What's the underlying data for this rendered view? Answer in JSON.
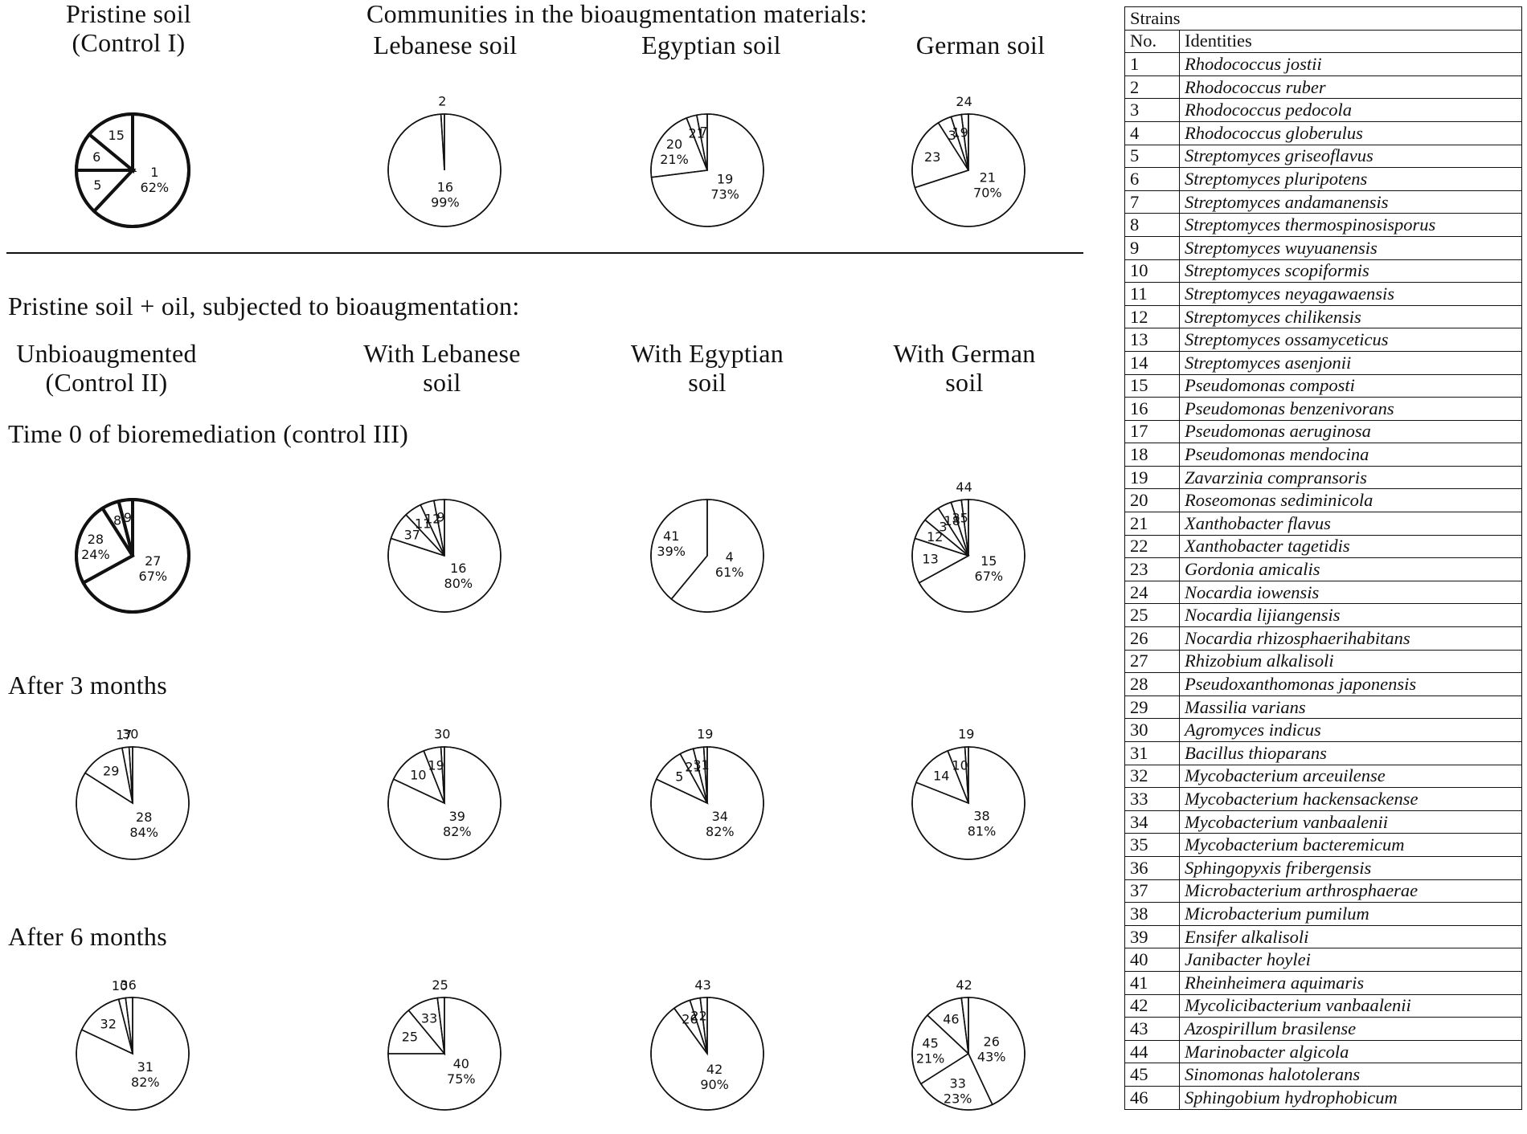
{
  "sections": {
    "materials_heading": "Communities in the bioaugmentation materials:",
    "treatment_heading": "Pristine soil + oil, subjected to bioaugmentation:"
  },
  "columns_top": [
    {
      "line1": "Pristine soil",
      "line2": "(Control I)"
    },
    {
      "line1": "Lebanese soil"
    },
    {
      "line1": "Egyptian soil"
    },
    {
      "line1": "German soil"
    }
  ],
  "columns_bottom": [
    {
      "line1": "Unbioaugmented",
      "line2": "(Control II)"
    },
    {
      "line1": "With Lebanese",
      "line2": "soil"
    },
    {
      "line1": "With Egyptian",
      "line2": "soil"
    },
    {
      "line1": "With German",
      "line2": "soil"
    }
  ],
  "row_labels": {
    "time0": "Time 0 of bioremediation (control III)",
    "m3": "After 3 months",
    "m6": "After 6 months"
  },
  "chart_data": [
    {
      "type": "pie",
      "panel": "Pristine soil (Control I)",
      "thick_outline": true,
      "slices": [
        {
          "label": "1",
          "value": 62,
          "pct": "62%"
        },
        {
          "label": "5",
          "value": 13
        },
        {
          "label": "6",
          "value": 11
        },
        {
          "label": "15",
          "value": 14
        }
      ]
    },
    {
      "type": "pie",
      "panel": "Lebanese soil",
      "slices": [
        {
          "label": "16",
          "value": 99,
          "pct": "99%"
        },
        {
          "label": "2",
          "value": 1
        }
      ]
    },
    {
      "type": "pie",
      "panel": "Egyptian soil",
      "slices": [
        {
          "label": "19",
          "value": 73,
          "pct": "73%"
        },
        {
          "label": "20",
          "value": 21,
          "pct": "21%"
        },
        {
          "label": "21",
          "value": 3
        },
        {
          "label": "7",
          "value": 3
        }
      ]
    },
    {
      "type": "pie",
      "panel": "German soil",
      "slices": [
        {
          "label": "21",
          "value": 70,
          "pct": "70%"
        },
        {
          "label": "23",
          "value": 21
        },
        {
          "label": "3",
          "value": 4
        },
        {
          "label": "19",
          "value": 3
        },
        {
          "label": "24",
          "value": 2
        }
      ]
    },
    {
      "type": "pie",
      "panel": "Unbioaugmented, Time 0",
      "thick_outline": true,
      "slices": [
        {
          "label": "27",
          "value": 67,
          "pct": "67%"
        },
        {
          "label": "28",
          "value": 24,
          "pct": "24%"
        },
        {
          "label": "8",
          "value": 5
        },
        {
          "label": "9",
          "value": 4
        }
      ]
    },
    {
      "type": "pie",
      "panel": "With Lebanese soil, Time 0",
      "slices": [
        {
          "label": "16",
          "value": 80,
          "pct": "80%"
        },
        {
          "label": "37",
          "value": 8
        },
        {
          "label": "11",
          "value": 5
        },
        {
          "label": "12",
          "value": 4
        },
        {
          "label": "9",
          "value": 3
        }
      ]
    },
    {
      "type": "pie",
      "panel": "With Egyptian soil, Time 0",
      "slices": [
        {
          "label": "4",
          "value": 61,
          "pct": "61%"
        },
        {
          "label": "41",
          "value": 39,
          "pct": "39%"
        }
      ]
    },
    {
      "type": "pie",
      "panel": "With German soil, Time 0",
      "slices": [
        {
          "label": "15",
          "value": 67,
          "pct": "67%"
        },
        {
          "label": "13",
          "value": 13
        },
        {
          "label": "12",
          "value": 6
        },
        {
          "label": "3",
          "value": 5
        },
        {
          "label": "18",
          "value": 4
        },
        {
          "label": "35",
          "value": 3
        },
        {
          "label": "44",
          "value": 2
        }
      ]
    },
    {
      "type": "pie",
      "panel": "Unbioaugmented, After 3 months",
      "slices": [
        {
          "label": "28",
          "value": 84,
          "pct": "84%"
        },
        {
          "label": "29",
          "value": 13
        },
        {
          "label": "17",
          "value": 2
        },
        {
          "label": "30",
          "value": 1
        }
      ]
    },
    {
      "type": "pie",
      "panel": "With Lebanese soil, After 3 months",
      "slices": [
        {
          "label": "39",
          "value": 82,
          "pct": "82%"
        },
        {
          "label": "10",
          "value": 12
        },
        {
          "label": "19",
          "value": 5
        },
        {
          "label": "30",
          "value": 1
        }
      ]
    },
    {
      "type": "pie",
      "panel": "With Egyptian soil, After 3 months",
      "slices": [
        {
          "label": "34",
          "value": 82,
          "pct": "82%"
        },
        {
          "label": "5",
          "value": 10
        },
        {
          "label": "21",
          "value": 4
        },
        {
          "label": "31",
          "value": 3
        },
        {
          "label": "19",
          "value": 1
        }
      ]
    },
    {
      "type": "pie",
      "panel": "With German soil, After 3 months",
      "slices": [
        {
          "label": "38",
          "value": 81,
          "pct": "81%"
        },
        {
          "label": "14",
          "value": 13
        },
        {
          "label": "10",
          "value": 5
        },
        {
          "label": "19",
          "value": 1
        }
      ]
    },
    {
      "type": "pie",
      "panel": "Unbioaugmented, After 6 months",
      "slices": [
        {
          "label": "31",
          "value": 82,
          "pct": "82%"
        },
        {
          "label": "32",
          "value": 14
        },
        {
          "label": "10",
          "value": 2
        },
        {
          "label": "36",
          "value": 2
        }
      ]
    },
    {
      "type": "pie",
      "panel": "With Lebanese soil, After 6 months",
      "slices": [
        {
          "label": "40",
          "value": 75,
          "pct": "75%"
        },
        {
          "label": "25",
          "value": 14
        },
        {
          "label": "33",
          "value": 9
        },
        {
          "label": "25",
          "value": 2
        }
      ]
    },
    {
      "type": "pie",
      "panel": "With Egyptian soil, After 6 months",
      "slices": [
        {
          "label": "42",
          "value": 90,
          "pct": "90%"
        },
        {
          "label": "26",
          "value": 5
        },
        {
          "label": "22",
          "value": 3
        },
        {
          "label": "43",
          "value": 2
        }
      ]
    },
    {
      "type": "pie",
      "panel": "With German soil, After 6 months",
      "slices": [
        {
          "label": "26",
          "value": 43,
          "pct": "43%"
        },
        {
          "label": "33",
          "value": 23,
          "pct": "23%"
        },
        {
          "label": "45",
          "value": 21,
          "pct": "21%"
        },
        {
          "label": "46",
          "value": 11
        },
        {
          "label": "42",
          "value": 2
        }
      ]
    }
  ],
  "strains_table": {
    "title": "Strains",
    "col_no": "No.",
    "col_identity": "Identities",
    "rows": [
      {
        "no": "1",
        "name": "Rhodococcus jostii"
      },
      {
        "no": "2",
        "name": "Rhodococcus ruber"
      },
      {
        "no": "3",
        "name": "Rhodococcus pedocola"
      },
      {
        "no": "4",
        "name": "Rhodococcus globerulus"
      },
      {
        "no": "5",
        "name": "Streptomyces griseoflavus"
      },
      {
        "no": "6",
        "name": "Streptomyces pluripotens"
      },
      {
        "no": "7",
        "name": "Streptomyces andamanensis"
      },
      {
        "no": "8",
        "name": "Streptomyces thermospinosisporus"
      },
      {
        "no": "9",
        "name": "Streptomyces wuyuanensis"
      },
      {
        "no": "10",
        "name": "Streptomyces scopiformis"
      },
      {
        "no": "11",
        "name": "Streptomyces neyagawaensis"
      },
      {
        "no": "12",
        "name": "Streptomyces chilikensis"
      },
      {
        "no": "13",
        "name": "Streptomyces ossamyceticus"
      },
      {
        "no": "14",
        "name": "Streptomyces asenjonii"
      },
      {
        "no": "15",
        "name": "Pseudomonas composti"
      },
      {
        "no": "16",
        "name": "Pseudomonas benzenivorans"
      },
      {
        "no": "17",
        "name": "Pseudomonas aeruginosa"
      },
      {
        "no": "18",
        "name": "Pseudomonas mendocina"
      },
      {
        "no": "19",
        "name": "Zavarzinia compransoris"
      },
      {
        "no": "20",
        "name": "Roseomonas sediminicola"
      },
      {
        "no": "21",
        "name": "Xanthobacter flavus"
      },
      {
        "no": "22",
        "name": "Xanthobacter tagetidis"
      },
      {
        "no": "23",
        "name": "Gordonia amicalis"
      },
      {
        "no": "24",
        "name": "Nocardia iowensis"
      },
      {
        "no": "25",
        "name": "Nocardia lijiangensis"
      },
      {
        "no": "26",
        "name": "Nocardia rhizosphaerihabitans"
      },
      {
        "no": "27",
        "name": "Rhizobium alkalisoli"
      },
      {
        "no": "28",
        "name": "Pseudoxanthomonas japonensis"
      },
      {
        "no": "29",
        "name": "Massilia varians"
      },
      {
        "no": "30",
        "name": "Agromyces indicus"
      },
      {
        "no": "31",
        "name": "Bacillus thioparans"
      },
      {
        "no": "32",
        "name": "Mycobacterium arceuilense"
      },
      {
        "no": "33",
        "name": "Mycobacterium hackensackense"
      },
      {
        "no": "34",
        "name": "Mycobacterium vanbaalenii"
      },
      {
        "no": "35",
        "name": "Mycobacterium bacteremicum"
      },
      {
        "no": "36",
        "name": "Sphingopyxis fribergensis"
      },
      {
        "no": "37",
        "name": "Microbacterium arthrosphaerae"
      },
      {
        "no": "38",
        "name": "Microbacterium pumilum"
      },
      {
        "no": "39",
        "name": "Ensifer alkalisoli"
      },
      {
        "no": "40",
        "name": "Janibacter hoylei"
      },
      {
        "no": "41",
        "name": "Rheinheimera aquimaris"
      },
      {
        "no": "42",
        "name": "Mycolicibacterium vanbaalenii"
      },
      {
        "no": "43",
        "name": "Azospirillum brasilense"
      },
      {
        "no": "44",
        "name": "Marinobacter algicola"
      },
      {
        "no": "45",
        "name": "Sinomonas halotolerans"
      },
      {
        "no": "46",
        "name": "Sphingobium hydrophobicum"
      }
    ]
  }
}
